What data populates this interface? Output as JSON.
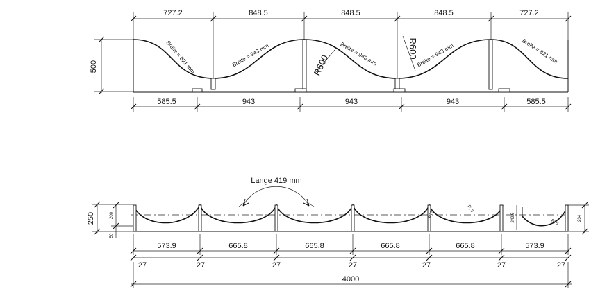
{
  "top_view": {
    "top_dims": [
      "727.2",
      "848.5",
      "848.5",
      "848.5",
      "727.2"
    ],
    "bottom_dims": [
      "585.5",
      "943",
      "943",
      "943",
      "585.5"
    ],
    "height": "500",
    "arc_labels": [
      "Breite = 821 mm",
      "Breite = 943 mm",
      "Breite = 943 mm",
      "Breite = 943 mm",
      "Breite = 821 mm"
    ],
    "radius_labels": [
      "R600",
      "R600"
    ]
  },
  "bottom_view": {
    "length_label": "Lange 419 mm",
    "segment_dims": [
      "573.9",
      "665.8",
      "665.8",
      "665.8",
      "665.8",
      "573.9"
    ],
    "gap_dims": [
      "27",
      "27",
      "27",
      "27",
      "27",
      "27",
      "27"
    ],
    "total": "4000",
    "left_dims": [
      "250",
      "200",
      "50"
    ],
    "right_dims": [
      "249.5",
      "234"
    ],
    "small_labels": [
      "R75",
      "R75",
      "R75"
    ]
  }
}
